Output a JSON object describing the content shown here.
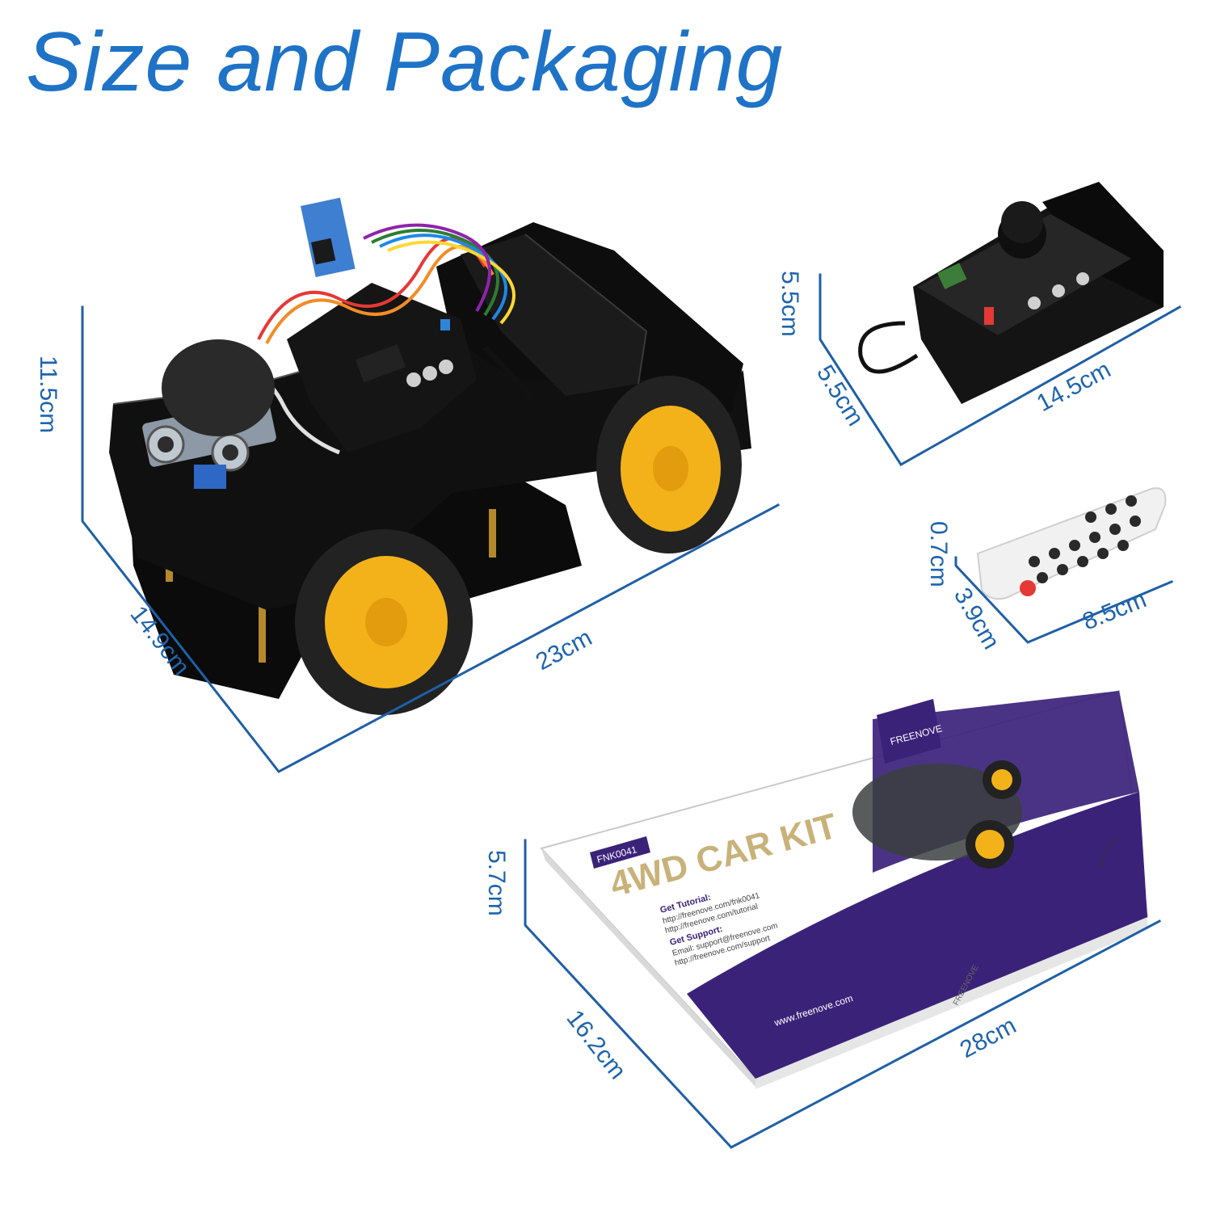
{
  "title": "Size and Packaging",
  "colors": {
    "accent": "#1f73c7",
    "dimension_line": "#1f5fa6",
    "box_purple": "#3b2279",
    "wheel_yellow": "#f4b21a"
  },
  "products": {
    "car": {
      "height": "11.5cm",
      "width": "14.9cm",
      "length": "23cm"
    },
    "controller": {
      "height": "5.5cm",
      "width": "5.5cm",
      "length": "14.5cm"
    },
    "remote": {
      "height": "0.7cm",
      "width": "3.9cm",
      "length": "8.5cm"
    },
    "package": {
      "height": "5.7cm",
      "width": "16.2cm",
      "length": "28cm",
      "box": {
        "brand": "FREENOVE",
        "product_code": "FNK0041",
        "product_name": "4WD CAR KIT",
        "tutorial_heading": "Get Tutorial:",
        "tutorial_link_1": "http://freenove.com/fnk0041",
        "tutorial_link_2": "http://freenove.com/tutorial",
        "support_heading": "Get Support:",
        "support_email": "Email: support@freenove.com",
        "support_link": "http://freenove.com/support",
        "website": "www.freenove.com",
        "side_brand": "FREENOVE",
        "made_in": "Made in China"
      }
    }
  }
}
